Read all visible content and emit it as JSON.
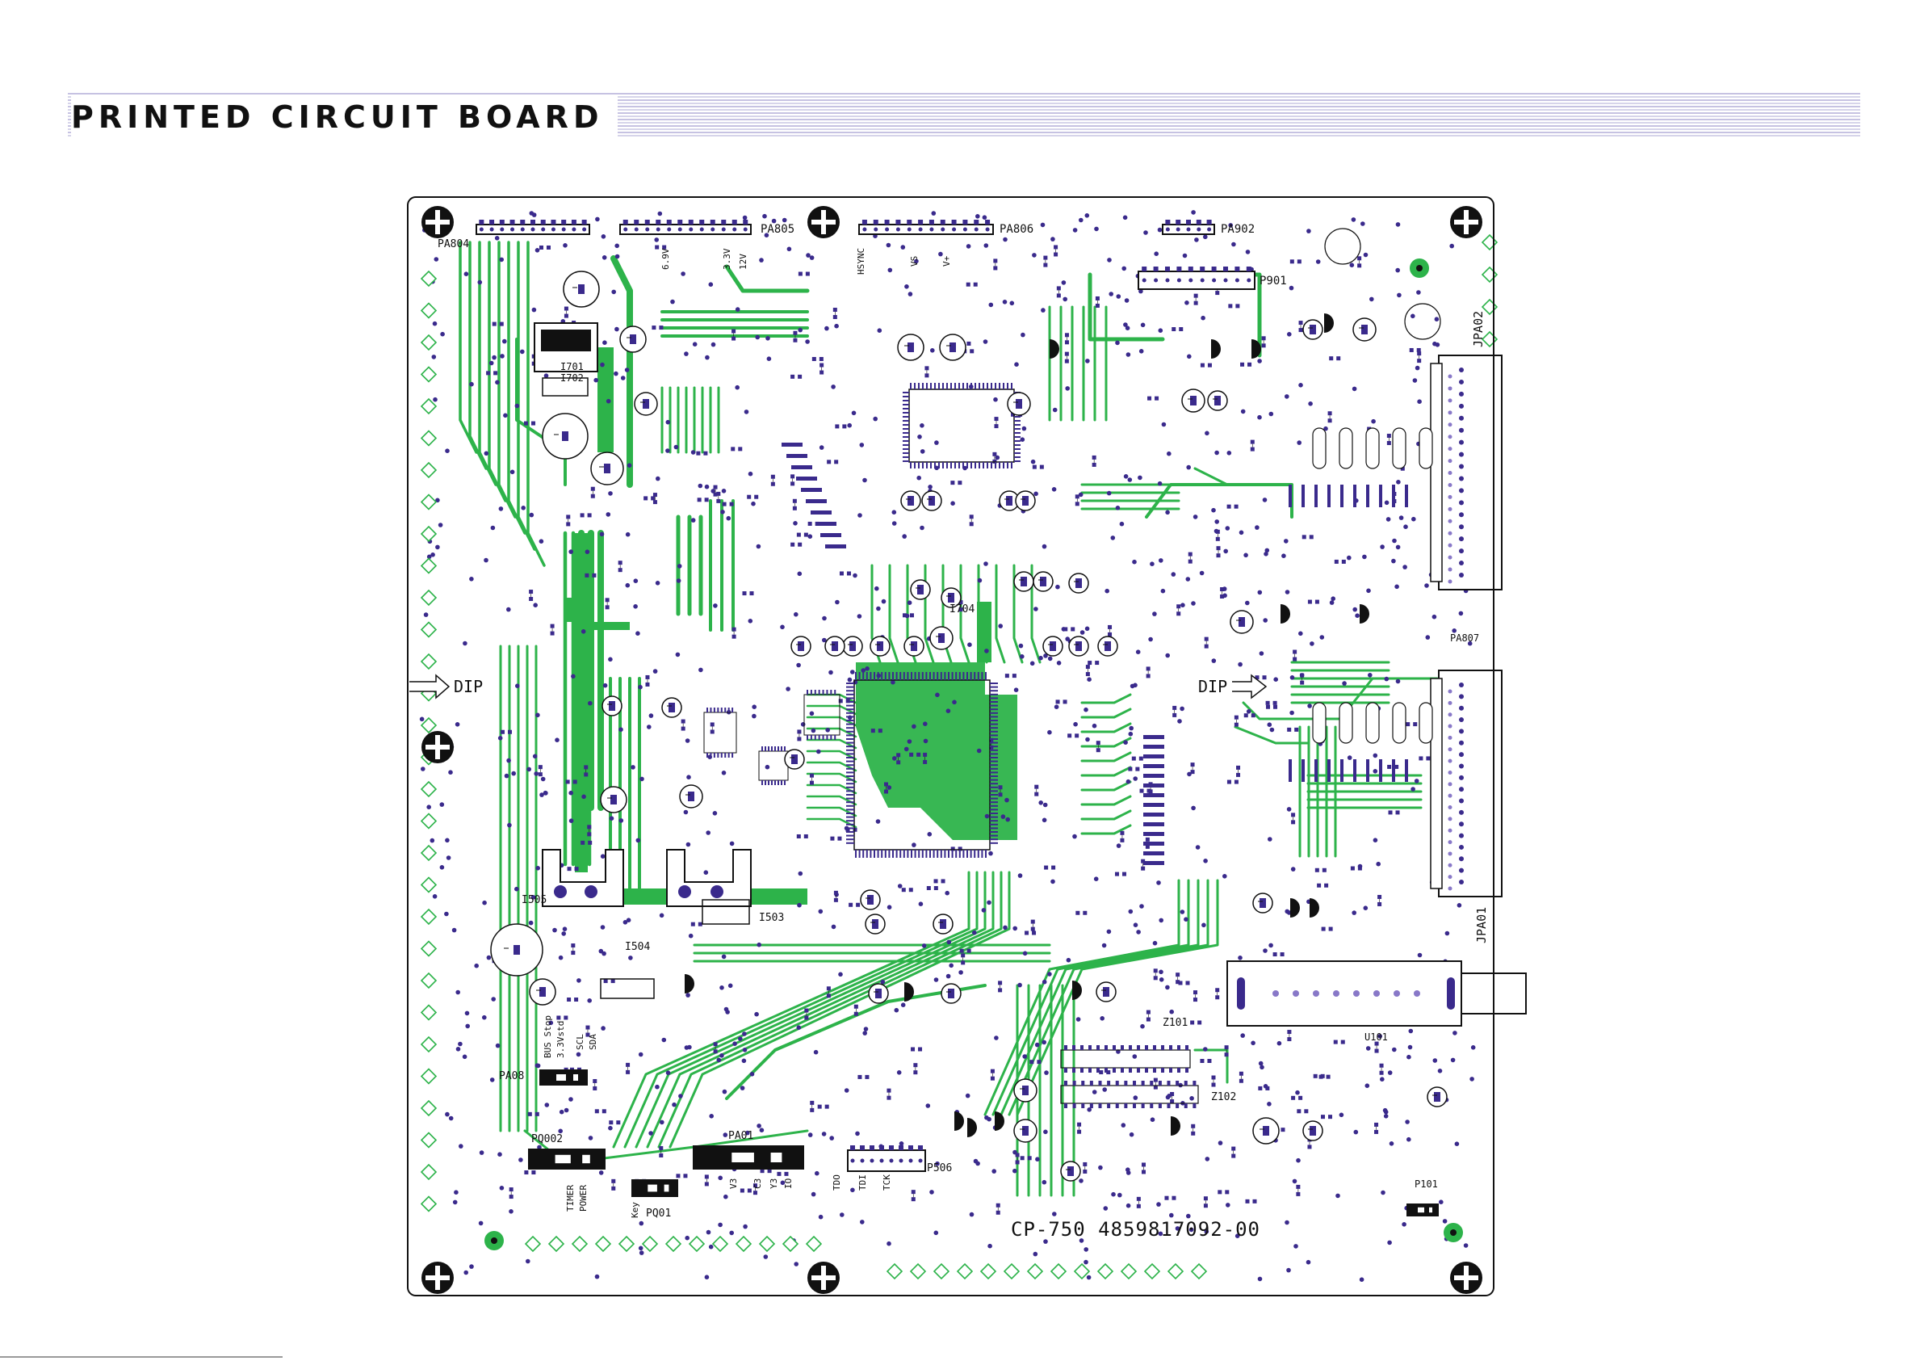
{
  "page_title": "PRINTED CIRCUIT BOARD",
  "colors": {
    "trace": "#2db34a",
    "trace_dark": "#178a33",
    "pad": "#3a2a8c",
    "pad_light": "#8878c8",
    "outline": "#111111",
    "header_lines": "#8c86c6"
  },
  "board": {
    "part_number": "CP-750  4859817092-00",
    "connectors": [
      {
        "id": "pa804",
        "label": "PA804"
      },
      {
        "id": "pa805",
        "label": "PA805"
      },
      {
        "id": "pa806",
        "label": "PA806"
      },
      {
        "id": "pa902",
        "label": "PA902"
      },
      {
        "id": "p901",
        "label": "P901"
      },
      {
        "id": "jpa02",
        "label": "JPA02"
      },
      {
        "id": "pa807",
        "label": "PA807"
      },
      {
        "id": "jpa01",
        "label": "JPA01"
      },
      {
        "id": "pa08",
        "label": "PA08"
      },
      {
        "id": "pq002",
        "label": "PQ002"
      },
      {
        "id": "pq01",
        "label": "PQ01"
      },
      {
        "id": "pa01",
        "label": "PA01"
      },
      {
        "id": "p506",
        "label": "P506"
      },
      {
        "id": "p101",
        "label": "P101"
      },
      {
        "id": "u101",
        "label": "U101"
      }
    ],
    "chips": [
      {
        "id": "i701",
        "label": "I701"
      },
      {
        "id": "i702",
        "label": "I702"
      },
      {
        "id": "i704",
        "label": "I704"
      },
      {
        "id": "i505",
        "label": "I505"
      },
      {
        "id": "i504",
        "label": "I504"
      },
      {
        "id": "i503",
        "label": "I503"
      },
      {
        "id": "z101",
        "label": "Z101"
      },
      {
        "id": "z102",
        "label": "Z102"
      }
    ],
    "dip_left": "DIP",
    "dip_right": "DIP",
    "silk_left": [
      "BUS Stop",
      "3.3Vstd",
      "SCL",
      "SDA"
    ],
    "silk_pa805": [
      "6.9V",
      "3.3V",
      "12V"
    ],
    "silk_pa806": [
      "HSYNC",
      "VS",
      "V+"
    ],
    "silk_pq": [
      "TIMER",
      "POWER",
      "Key"
    ],
    "silk_pa01": [
      "V3",
      "C3",
      "Y3",
      "IO"
    ],
    "silk_p506": [
      "TDO",
      "TDI",
      "TCK"
    ]
  }
}
